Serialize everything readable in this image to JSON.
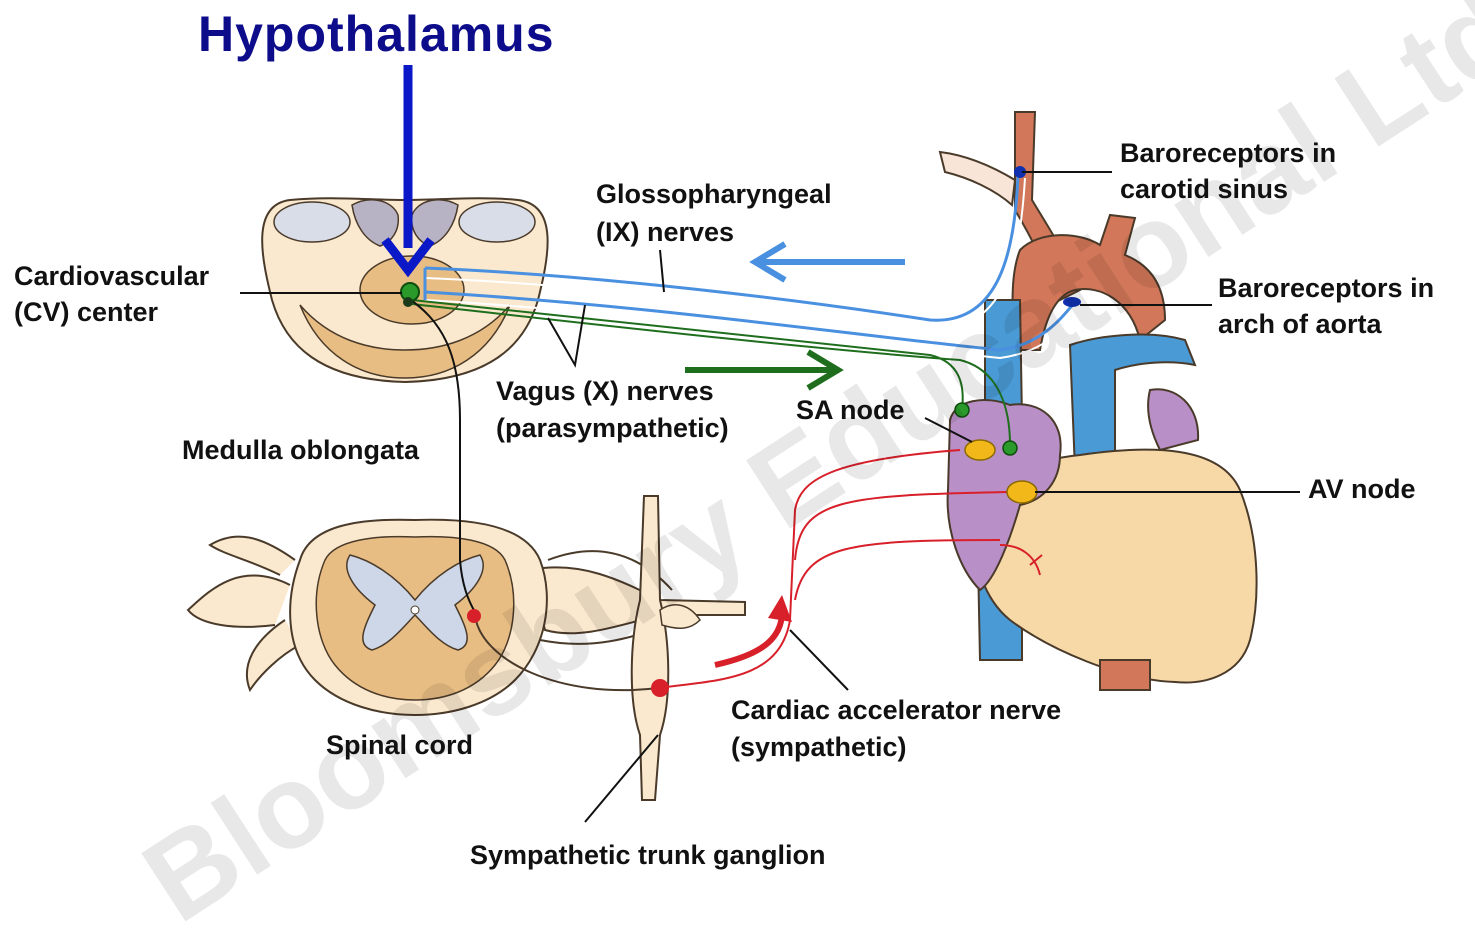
{
  "title": "Hypothalamus",
  "watermark": "Bloomsbury Educational Ltd",
  "labels": {
    "cv_center": [
      "Cardiovascular",
      "(CV) center"
    ],
    "glossopharyngeal": [
      "Glossopharyngeal",
      "(IX) nerves"
    ],
    "baroreceptors_carotid": [
      "Baroreceptors in",
      "carotid sinus"
    ],
    "baroreceptors_aorta": [
      "Baroreceptors in",
      "arch of aorta"
    ],
    "vagus": [
      "Vagus (X) nerves",
      "(parasympathetic)"
    ],
    "sa_node": "SA node",
    "medulla": "Medulla oblongata",
    "av_node": "AV node",
    "spinal_cord": "Spinal cord",
    "cardiac_accelerator": [
      "Cardiac accelerator nerve",
      "(sympathetic)"
    ],
    "sympathetic_ganglion": "Sympathetic trunk ganglion"
  },
  "colors": {
    "title": "#0d0d8c",
    "hypothalamus_arrow": "#0a18c8",
    "glossopharyngeal_nerve": "#4a90e0",
    "vagus_nerve": "#1e6e1e",
    "sympathetic_nerve": "#d8202a",
    "aorta": "#d2775a",
    "vena_cava": "#4a9ad6",
    "atria": "#b98fc7",
    "ventricles": "#f6d9a6",
    "node": "#f2b81a"
  }
}
